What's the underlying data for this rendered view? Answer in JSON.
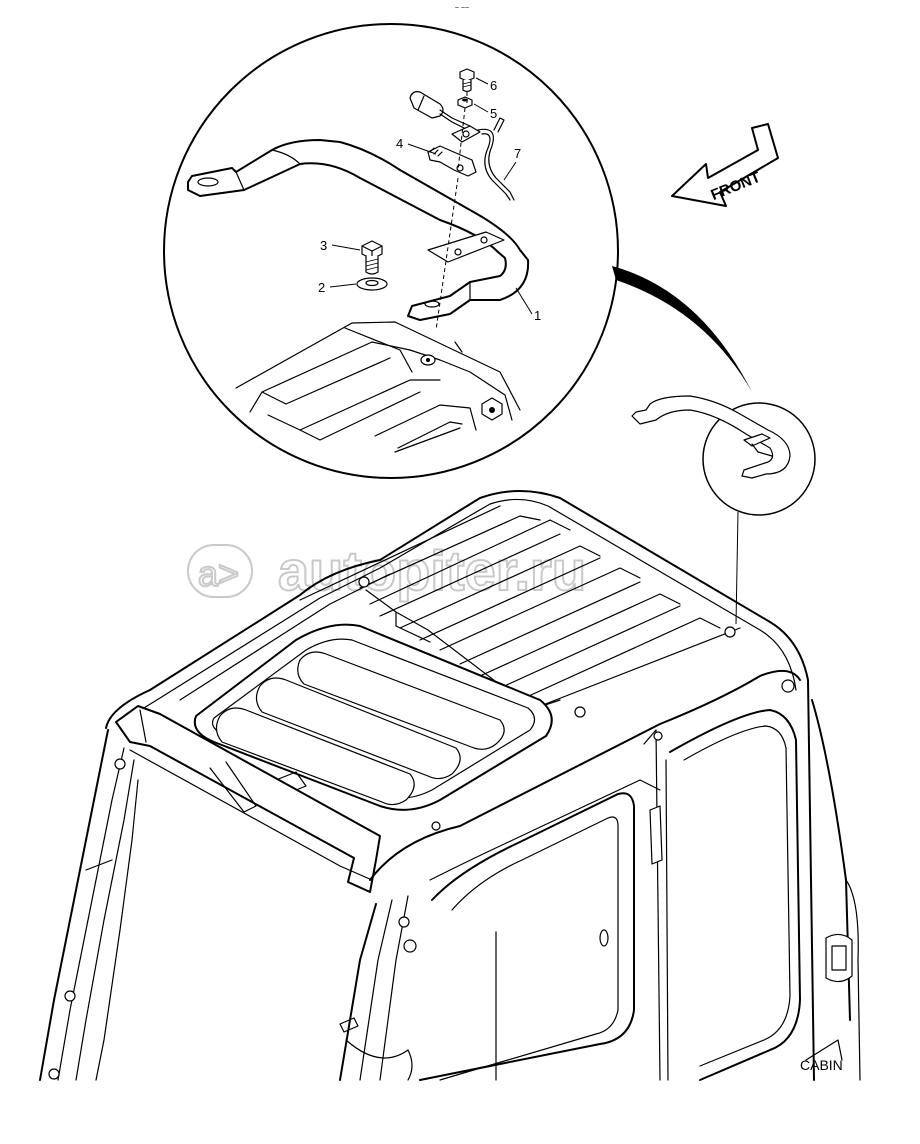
{
  "drawing": {
    "caption": "CABIN",
    "front_arrow_label": "FRONT",
    "top_mark": "~ ~~",
    "watermark": "autopiter.ru"
  },
  "callouts": [
    {
      "id": "1"
    },
    {
      "id": "2"
    },
    {
      "id": "3"
    },
    {
      "id": "4"
    },
    {
      "id": "5"
    },
    {
      "id": "6"
    },
    {
      "id": "7"
    }
  ]
}
